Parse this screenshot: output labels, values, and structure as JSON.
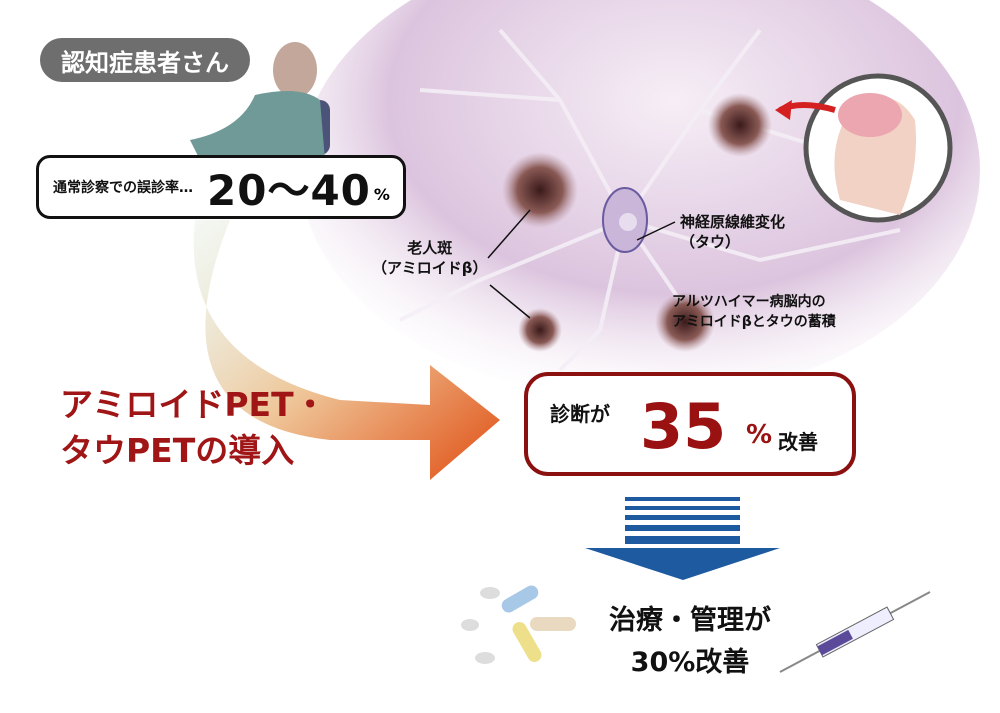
{
  "patient_label": "認知症患者さん",
  "misdiagnosis": {
    "label": "通常診察での誤診率…",
    "value": "20〜40",
    "unit": "%"
  },
  "annotations": {
    "plaque": [
      "老人斑",
      "（アミロイドβ）"
    ],
    "tangle": [
      "神経原線維変化",
      "（タウ）"
    ],
    "accumulation": [
      "アルツハイマー病脳内の",
      "アミロイドβとタウの蓄積"
    ]
  },
  "introduction": [
    "アミロイドPET・",
    "タウPETの導入"
  ],
  "diagnosis": {
    "prefix": "診断が",
    "value": "35",
    "unit": "%",
    "suffix": "改善"
  },
  "treatment": [
    "治療・管理が",
    "30%改善"
  ],
  "colors": {
    "accent_red": "#9a1111",
    "arrow_orange": "#e8641e",
    "arrow_blue": "#1e5aa0",
    "background_purple": "#c8a8d0"
  }
}
